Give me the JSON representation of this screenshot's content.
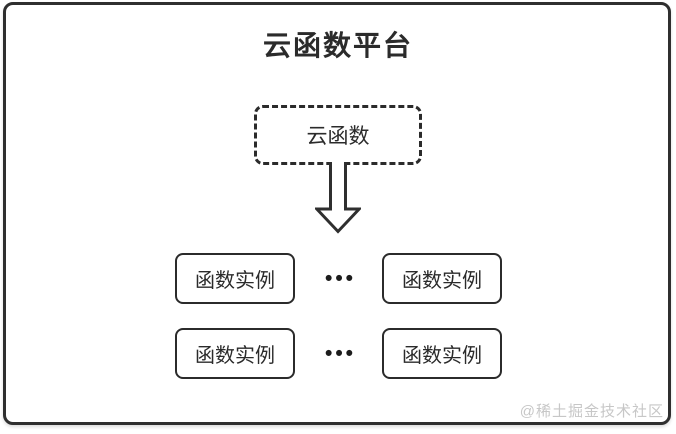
{
  "diagram": {
    "title": "云函数平台",
    "cloud_function": {
      "label": "云函数"
    },
    "arrow": {
      "direction": "down",
      "style": "hollow-outline"
    },
    "rows": [
      {
        "left_label": "函数实例",
        "ellipsis": "•••",
        "right_label": "函数实例"
      },
      {
        "left_label": "函数实例",
        "ellipsis": "•••",
        "right_label": "函数实例"
      }
    ],
    "watermark": "@稀土掘金技术社区",
    "colors": {
      "border": "#2f2f2f",
      "text": "#2b2b2b",
      "watermark_text": "#c7c7c7",
      "background": "#ffffff"
    }
  }
}
